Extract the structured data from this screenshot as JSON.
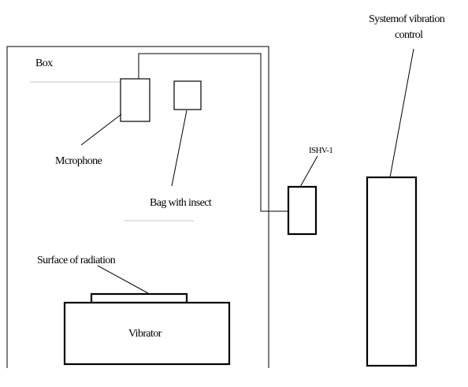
{
  "labels": {
    "box": "Box",
    "microphone": "Mcrophone",
    "bag_with_insect": "Bag with insect",
    "ishv": "ISHV-1",
    "system_line1": "Systemof vibration",
    "system_line2": "control",
    "surface": "Surface  of radiation",
    "vibrator": "Vibrator"
  }
}
